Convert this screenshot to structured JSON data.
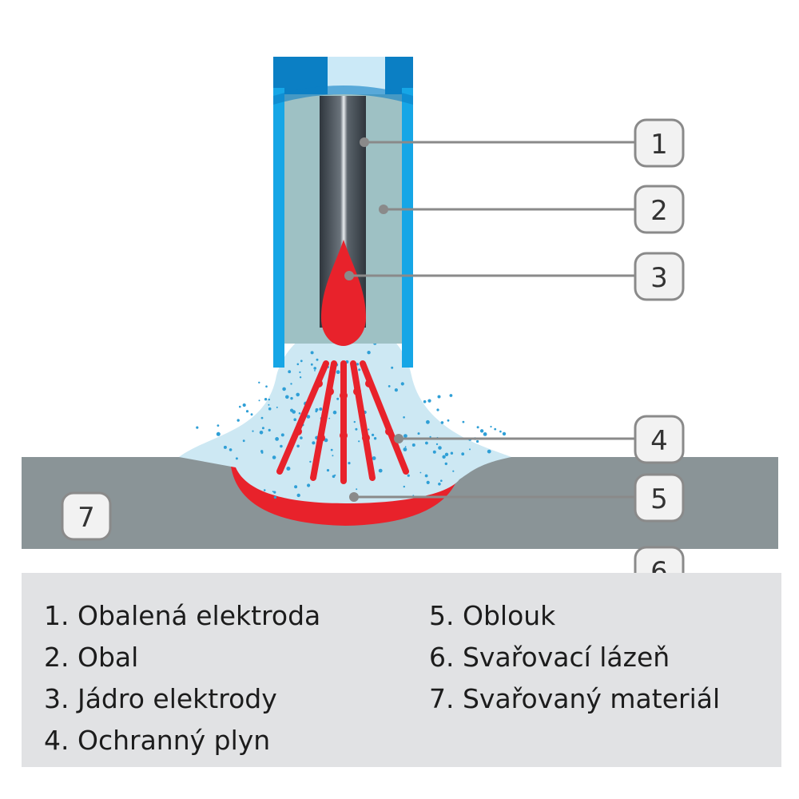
{
  "diagram": {
    "callouts": [
      {
        "number": "1"
      },
      {
        "number": "2"
      },
      {
        "number": "3"
      },
      {
        "number": "4"
      },
      {
        "number": "5"
      },
      {
        "number": "6"
      },
      {
        "number": "7"
      }
    ],
    "colors": {
      "electrode_outer": "#0b7fc4",
      "electrode_side": "#16a6e6",
      "coating": "#9ec1c4",
      "core": "#3c464f",
      "arc": "#e8222b",
      "shielding_gas": "#cde8f3",
      "gas_dots": "#2f9fd6",
      "base_material": "#8a9497",
      "callout_border": "#8a8a8a",
      "callout_fill": "#f2f2f2",
      "legend_bg": "#e1e2e4"
    }
  },
  "legend": {
    "left": [
      "1. Obalená elektroda",
      "2. Obal",
      "3. Jádro elektrody",
      "4. Ochranný plyn"
    ],
    "right": [
      "5. Oblouk",
      "6. Svařovací lázeň",
      "7. Svařovaný materiál"
    ]
  }
}
